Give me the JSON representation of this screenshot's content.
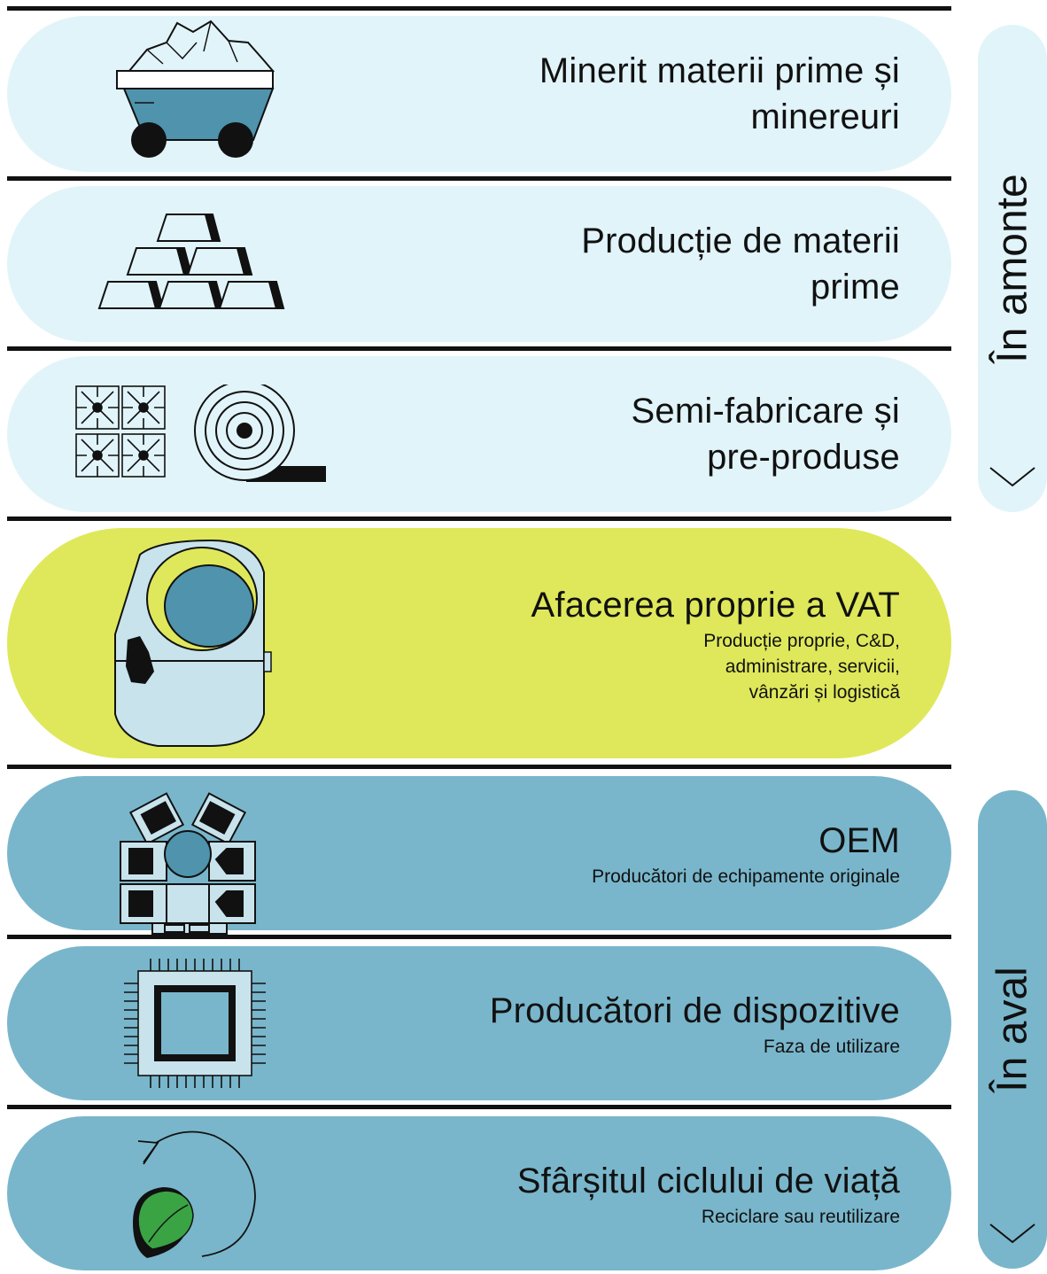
{
  "bands": [
    {
      "title": "Minerit materii prime și minereuri",
      "title_lines": [
        "Minerit materii prime și",
        "minereuri"
      ],
      "icon": "mining-cart-icon"
    },
    {
      "title_lines": [
        "Producție de materii",
        "prime"
      ],
      "icon": "metal-ingots-icon"
    },
    {
      "title_lines": [
        "Semi-fabricare și",
        "pre-produse"
      ],
      "icon": "profiles-and-coil-icon"
    },
    {
      "title": "Afacerea proprie a VAT",
      "sub_lines": [
        "Producție proprie, C&D,",
        "administrare, servicii,",
        "vânzări și logistică"
      ],
      "icon": "vat-valve-icon"
    },
    {
      "title": "OEM",
      "sub": "Producători de echipamente originale",
      "icon": "oem-equipment-icon"
    },
    {
      "title": "Producători de dispozitive",
      "sub": "Faza de utilizare",
      "icon": "chip-icon"
    },
    {
      "title": "Sfârșitul ciclului de viață",
      "sub": "Reciclare sau reutilizare",
      "icon": "recycle-leaf-icon"
    }
  ],
  "side": {
    "upstream": "În amonte",
    "downstream": "În aval"
  },
  "colors": {
    "light": "#e1f4f9",
    "lime": "#dfe85a",
    "blue": "#79b6cb",
    "teal": "#4f93ad",
    "green": "#3aa344",
    "ink": "#111111"
  }
}
